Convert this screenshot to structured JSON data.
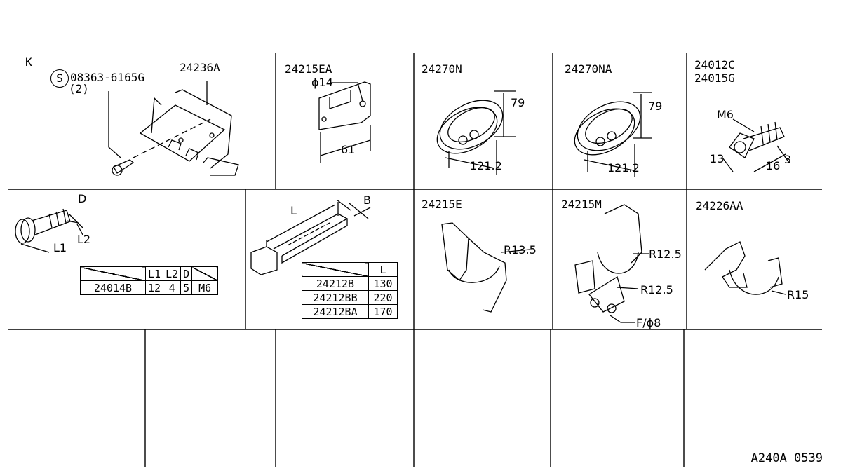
{
  "cells": {
    "k": {
      "key": "K",
      "screw_symbol": "S",
      "screw_part": "08363-6165G",
      "screw_qty": "(2)",
      "part": "24236A"
    },
    "c2": {
      "part": "24215EA",
      "hole": "ϕ14",
      "width": "61"
    },
    "c3": {
      "part": "24270N",
      "height": "79",
      "width": "121.2"
    },
    "c4": {
      "part": "24270NA",
      "height": "79",
      "width": "121.2"
    },
    "c5": {
      "part_a": "24012C",
      "part_b": "24015G",
      "thread": "M6",
      "head": "13",
      "len": "16",
      "thk": "3"
    },
    "bolt": {
      "label_d": "D",
      "label_l1": "L1",
      "label_l2": "L2",
      "table": {
        "headers": [
          "",
          "L1",
          "L2",
          "D",
          ""
        ],
        "rows": [
          [
            "24014B",
            "12",
            "4",
            "5",
            "M6"
          ]
        ]
      }
    },
    "strap": {
      "label_l": "L",
      "label_b": "B",
      "table": {
        "header": "L",
        "rows": [
          [
            "24212B",
            "130"
          ],
          [
            "24212BB",
            "220"
          ],
          [
            "24212BA",
            "170"
          ]
        ]
      }
    },
    "e": {
      "part": "24215E",
      "radius": "R13.5"
    },
    "m": {
      "part": "24215M",
      "radius_a": "R12.5",
      "radius_b": "R12.5",
      "hole": "F/ϕ8"
    },
    "aa": {
      "part": "24226AA",
      "radius": "R15"
    }
  },
  "footer": {
    "code": "A240A  0539"
  }
}
